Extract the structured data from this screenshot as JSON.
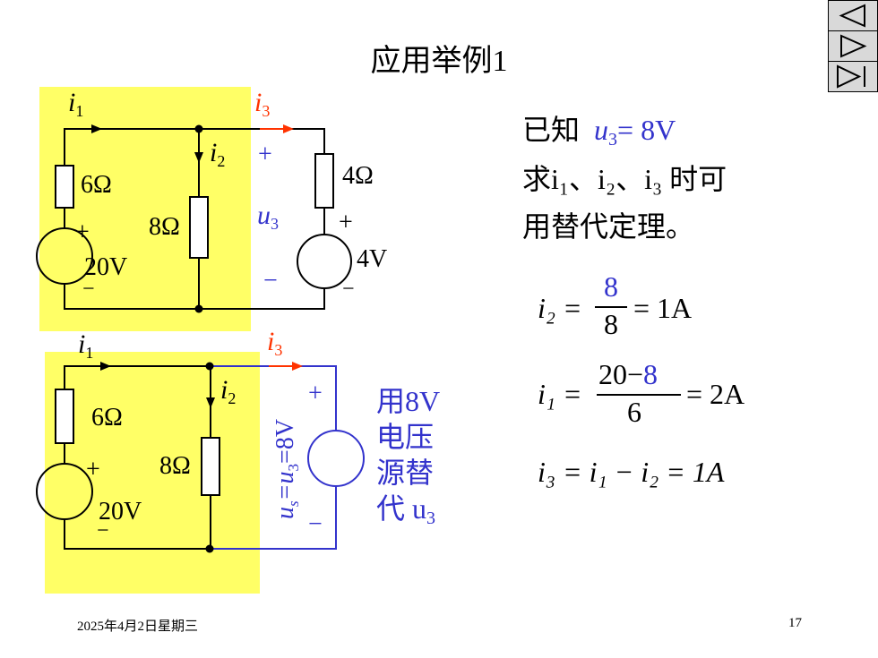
{
  "title": "应用举例1",
  "right": {
    "line1_a": "已知",
    "line1_b": "u",
    "line1_sub": "3",
    "line1_c": "= 8V",
    "line2": "求i₁、i₂、i₃ 时可",
    "line3": "用替代定理。",
    "eq1_lhs": "i₂ =",
    "eq1_num": "8",
    "eq1_den": "8",
    "eq1_rhs": "= 1A",
    "eq2_lhs": "i₁ =",
    "eq2_num_a": "20−",
    "eq2_num_b": "8",
    "eq2_den": "6",
    "eq2_rhs": "= 2A",
    "eq3": "i₃ = i₁ − i₂ = 1A"
  },
  "circuit1": {
    "i1": "i",
    "i1_sub": "1",
    "i2": "i",
    "i2_sub": "2",
    "i3": "i",
    "i3_sub": "3",
    "r1": "6Ω",
    "r2": "8Ω",
    "r3": "4Ω",
    "src1": "20V",
    "src2": "4V",
    "plus": "+",
    "minus": "−",
    "u3": "u",
    "u3_sub": "3"
  },
  "circuit2": {
    "i1": "i",
    "i1_sub": "1",
    "i2": "i",
    "i2_sub": "2",
    "i3": "i",
    "i3_sub": "3",
    "r1": "6Ω",
    "r2": "8Ω",
    "src1": "20V",
    "plus": "+",
    "minus": "−",
    "us_label": "u",
    "us_sub": "s",
    "us_eq": "=u",
    "us_sub2": "3",
    "us_val": "=8V",
    "note1": "用8V",
    "note2": "电压",
    "note3": "源替",
    "note4": "代 u",
    "note4_sub": "3"
  },
  "footer": {
    "date": "2025年4月2日星期三",
    "page": "17"
  },
  "colors": {
    "highlight": "#ffff66",
    "blue": "#3333cc",
    "red": "#ff3300"
  },
  "nav": {
    "prev_icon": "prev-triangle-icon",
    "next_icon": "next-triangle-icon",
    "last_icon": "last-triangle-icon"
  }
}
